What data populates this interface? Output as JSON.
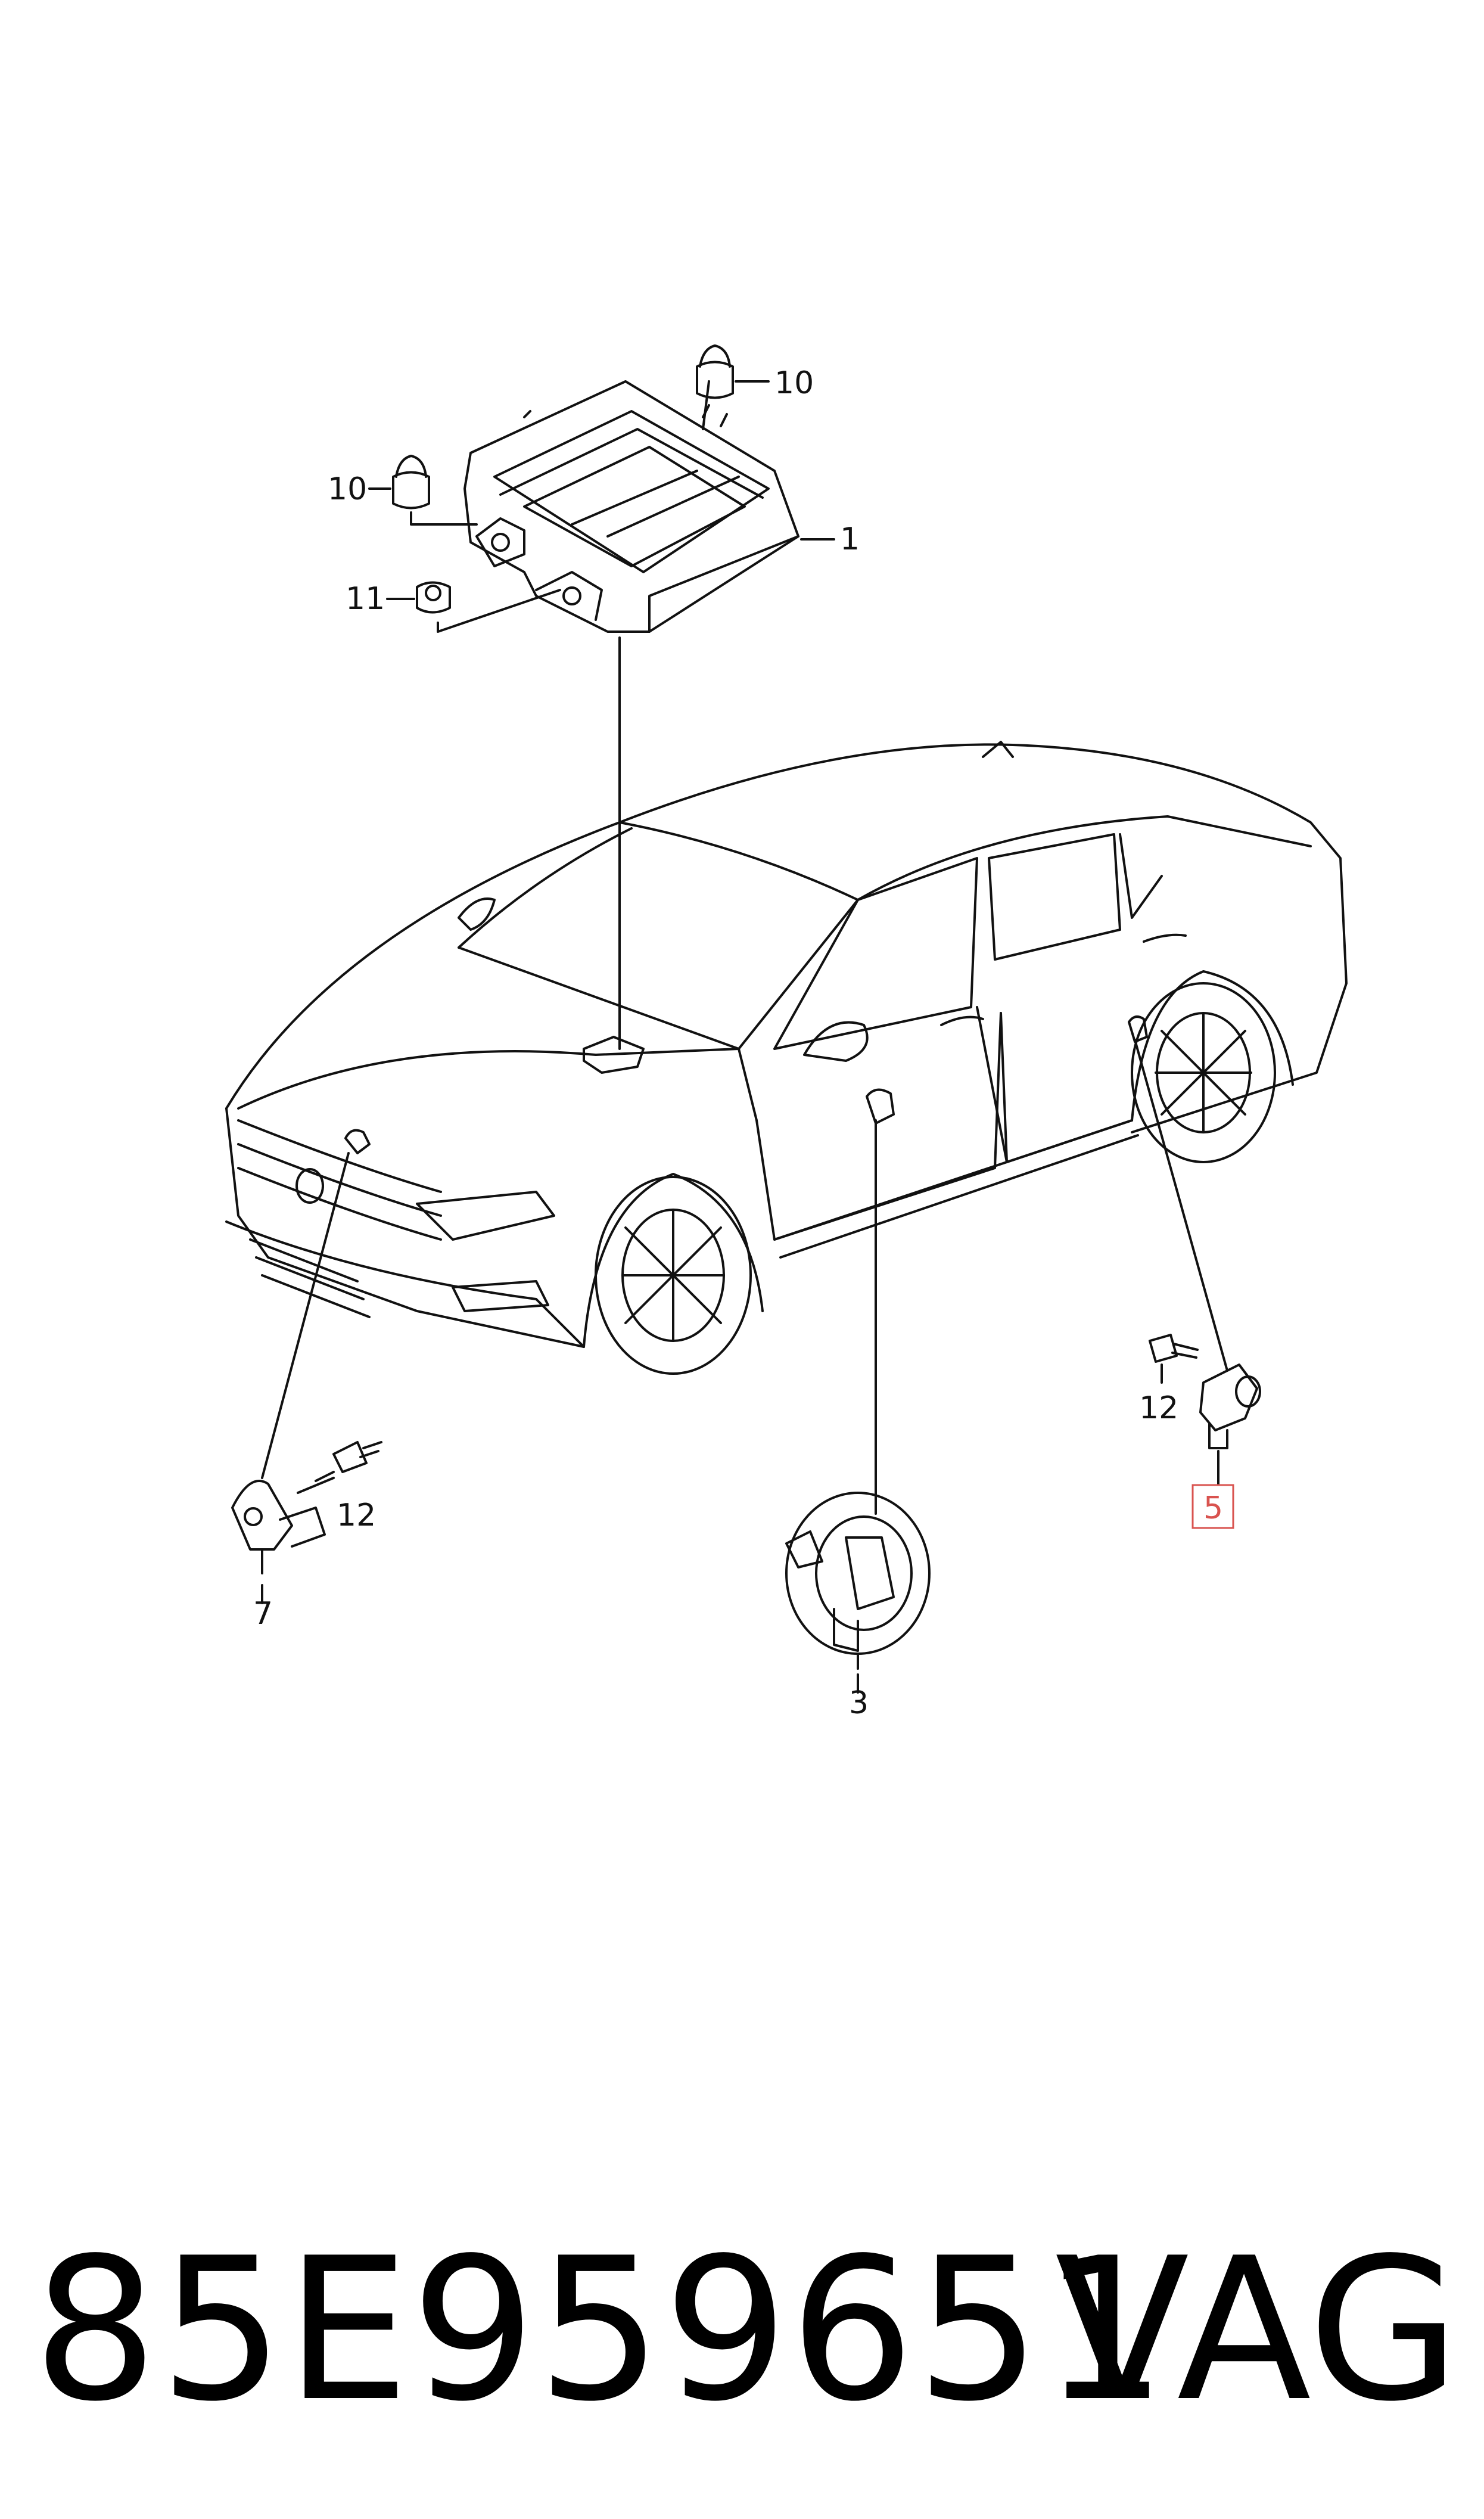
{
  "callouts": {
    "c10a": "10",
    "c10b": "10",
    "c1": "1",
    "c11": "11",
    "c12a": "12",
    "c12b": "12",
    "c7": "7",
    "c3": "3",
    "c5": "5"
  },
  "footer": {
    "part_number": "85E959651",
    "brand": "VAG"
  },
  "colors": {
    "line": "#111111",
    "highlight": "#d9534f"
  }
}
